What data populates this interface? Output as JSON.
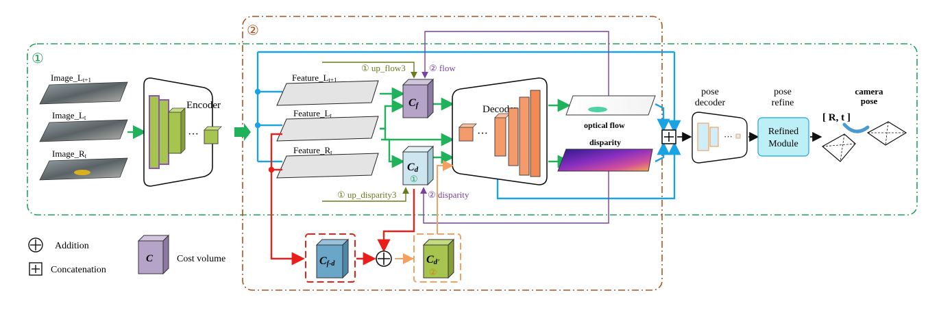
{
  "region1": {
    "marker": "①",
    "color": "#1fa35a"
  },
  "region2": {
    "marker": "②",
    "color": "#b0501c"
  },
  "inputs": {
    "image_l_next": {
      "label": "Image_L",
      "sub": "t+1"
    },
    "image_l": {
      "label": "Image_L",
      "sub": "t"
    },
    "image_r": {
      "label": "Image_R",
      "sub": "t"
    }
  },
  "encoder": {
    "label": "Encoder",
    "ellipsis": "···"
  },
  "features": {
    "l_next": {
      "label": "Feature_L",
      "sub": "t+1"
    },
    "l": {
      "label": "Feature_L",
      "sub": "t"
    },
    "r": {
      "label": "Feature_R",
      "sub": "t"
    }
  },
  "signals": {
    "up_flow": "① up_flow3",
    "flow": "② flow",
    "up_disparity": "① up_disparity3",
    "disparity": "② disparity"
  },
  "cost_volumes": {
    "cf": {
      "main": "C",
      "sub": "f"
    },
    "cd": {
      "main": "C",
      "sub": "d",
      "marker": "①"
    },
    "cfd": {
      "main": "C",
      "sub": "f-d"
    },
    "cd2": {
      "main": "C",
      "sub": "d'",
      "marker": "②"
    }
  },
  "decoder": {
    "label": "Decoder",
    "ellipsis": "···"
  },
  "outputs": {
    "optical_flow": "optical flow",
    "disparity": "disparity"
  },
  "pose_decoder": {
    "line1": "pose",
    "line2": "decoder",
    "ellipsis": "···"
  },
  "pose_refine": {
    "line1": "pose",
    "line2": "refine",
    "box_line1": "Refined",
    "box_line2": "Module"
  },
  "camera_pose": {
    "line1": "camera",
    "line2": "pose",
    "formula": "[ R, t ]"
  },
  "legend": {
    "addition": "Addition",
    "concatenation": "Concatenation",
    "cost_volume": "Cost volume",
    "cost_symbol": "C"
  },
  "colors": {
    "blue": "#1aa3e0",
    "green": "#1fb25a",
    "red": "#e8201c",
    "orange": "#f5a05f",
    "purple": "#7a3fa0",
    "olive": "#6b7a1c",
    "encoder_fill": "#a7c44f",
    "encoder_edge": "#8a55b5",
    "decoder_fill": "#f59a6a",
    "cf_fill": "#b5a3c8",
    "cd_fill": "#cde6f0",
    "cfd_fill": "#6aa6c8",
    "cd2_fill": "#a7c44f",
    "refine_fill": "#bdeff7"
  }
}
